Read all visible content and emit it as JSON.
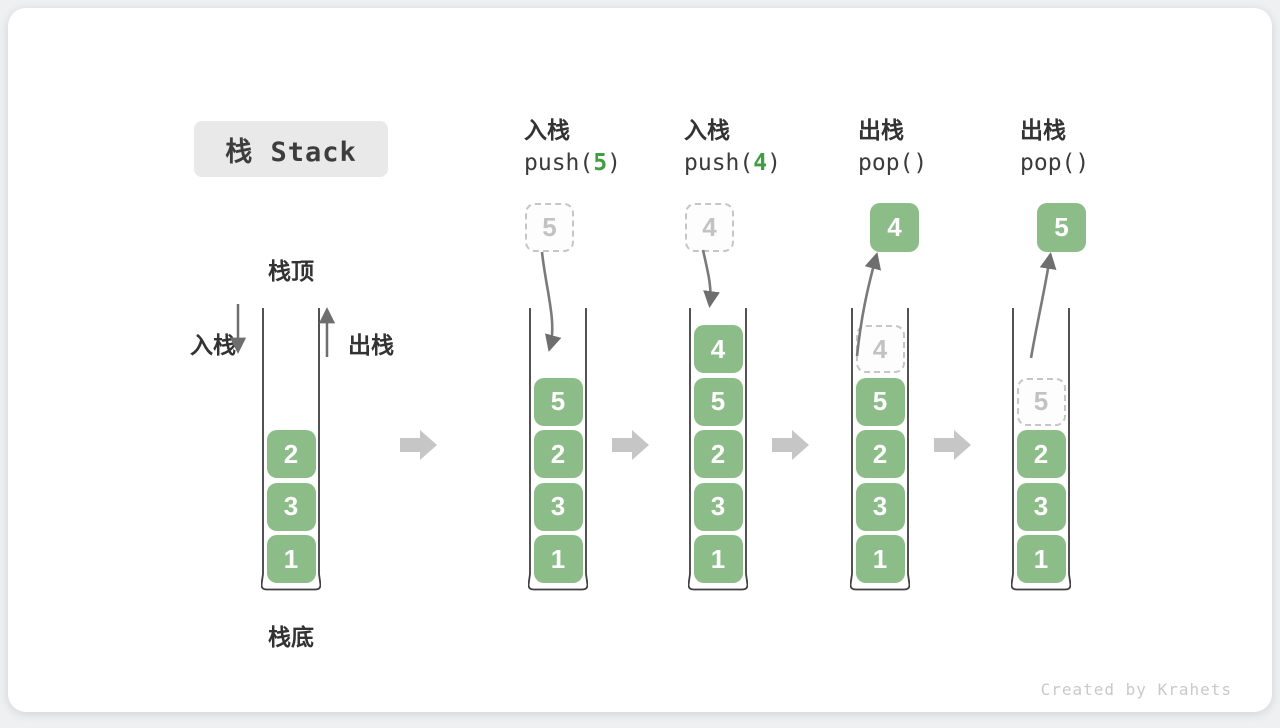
{
  "title": "栈 Stack",
  "labels": {
    "stack_top": "栈顶",
    "stack_bottom": "栈底",
    "push_side": "入栈",
    "pop_side": "出栈"
  },
  "watermark": "Created by Krahets",
  "colors": {
    "element_green": "#8cbc87",
    "code_arg_green": "#3f9d42",
    "title_bg": "#e9e9e9",
    "dashed_gray": "#c6c6c6",
    "big_arrow_gray": "#c6c6c6",
    "flow_arrow_gray": "#7a7a7a",
    "wall_dark": "#3f3f3f"
  },
  "stages": [
    {
      "id": "initial",
      "elements": [
        {
          "value": "2",
          "variant": "solid"
        },
        {
          "value": "3",
          "variant": "solid"
        },
        {
          "value": "1",
          "variant": "solid"
        }
      ]
    },
    {
      "id": "push-5",
      "label_cn": "入栈",
      "code": {
        "pre": "push(",
        "arg": "5",
        "post": ")"
      },
      "float_box": {
        "value": "5",
        "variant": "dashed"
      },
      "flow": "push",
      "elements": [
        {
          "value": "5",
          "variant": "solid"
        },
        {
          "value": "2",
          "variant": "solid"
        },
        {
          "value": "3",
          "variant": "solid"
        },
        {
          "value": "1",
          "variant": "solid"
        }
      ]
    },
    {
      "id": "push-4",
      "label_cn": "入栈",
      "code": {
        "pre": "push(",
        "arg": "4",
        "post": ")"
      },
      "float_box": {
        "value": "4",
        "variant": "dashed"
      },
      "flow": "push",
      "elements": [
        {
          "value": "4",
          "variant": "solid"
        },
        {
          "value": "5",
          "variant": "solid"
        },
        {
          "value": "2",
          "variant": "solid"
        },
        {
          "value": "3",
          "variant": "solid"
        },
        {
          "value": "1",
          "variant": "solid"
        }
      ]
    },
    {
      "id": "pop-4",
      "label_cn": "出栈",
      "code": {
        "pre": "pop()",
        "arg": "",
        "post": ""
      },
      "float_box": {
        "value": "4",
        "variant": "solid"
      },
      "flow": "pop",
      "elements": [
        {
          "value": "4",
          "variant": "dashed"
        },
        {
          "value": "5",
          "variant": "solid"
        },
        {
          "value": "2",
          "variant": "solid"
        },
        {
          "value": "3",
          "variant": "solid"
        },
        {
          "value": "1",
          "variant": "solid"
        }
      ]
    },
    {
      "id": "pop-5",
      "label_cn": "出栈",
      "code": {
        "pre": "pop()",
        "arg": "",
        "post": ""
      },
      "float_box": {
        "value": "5",
        "variant": "solid"
      },
      "flow": "pop",
      "elements": [
        {
          "value": "5",
          "variant": "dashed"
        },
        {
          "value": "2",
          "variant": "solid"
        },
        {
          "value": "3",
          "variant": "solid"
        },
        {
          "value": "1",
          "variant": "solid"
        }
      ]
    }
  ]
}
